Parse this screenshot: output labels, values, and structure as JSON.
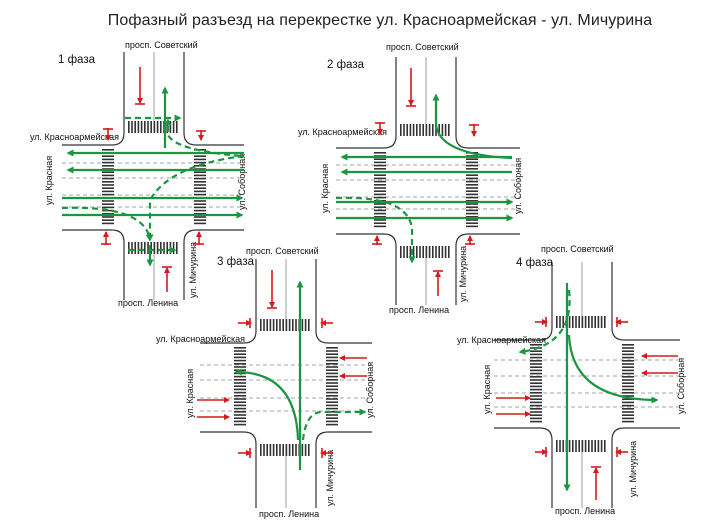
{
  "title": "Пофазный разъезд на перекрестке ул. Красноармейская - ул. Мичурина",
  "streets": {
    "sovetsky": "просп. Советский",
    "lenina": "просп. Ленина",
    "krasnoarmeyskaya": "ул. Красноармейская",
    "krasnaya": "ул. Красная",
    "sobornaya": "ул. Соборная",
    "michurina": "ул. Мичурина"
  },
  "phases": [
    {
      "label": "1 фаза"
    },
    {
      "label": "2 фаза"
    },
    {
      "label": "3 фаза"
    },
    {
      "label": "4 фаза"
    }
  ],
  "colors": {
    "traffic_arrow": "#1a9641",
    "pedestrian_arrow": "#d7191c",
    "road_edge": "#333333",
    "lane_dash": "#888888"
  }
}
